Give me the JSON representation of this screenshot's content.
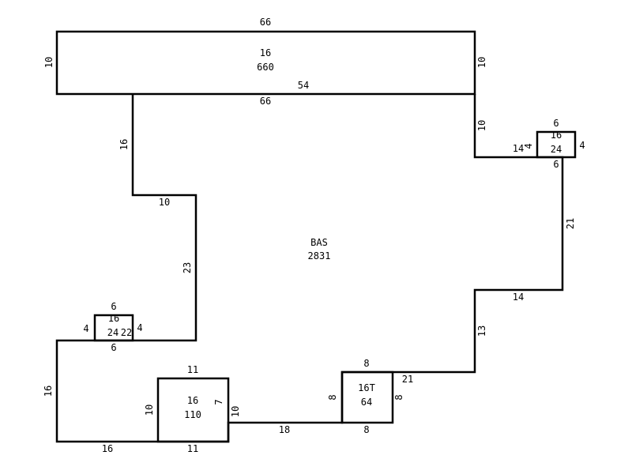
{
  "colors": {
    "line": "#000000",
    "background": "#ffffff"
  },
  "areas": {
    "main": {
      "code": "BAS",
      "area": "2831"
    },
    "top": {
      "code": "16",
      "area": "660"
    },
    "right": {
      "code": "16",
      "area": "24"
    },
    "left": {
      "code": "16",
      "area": "24"
    },
    "bottom_left": {
      "code": "16",
      "area": "110"
    },
    "bottom_mid": {
      "code": "16T",
      "area": "64"
    }
  },
  "dimensions": {
    "top_top": "66",
    "top_left": "10",
    "top_right": "10",
    "top_bottom": "66",
    "top_inner": "54",
    "right_drop": "10",
    "right_run": "14",
    "rbox_top": "6",
    "rbox_left": "4",
    "rbox_right": "4",
    "rbox_bottom": "6",
    "right_long": "21",
    "right_step": "14",
    "right_step_v": "13",
    "mid_run": "21",
    "mbox_top": "8",
    "mbox_left": "8",
    "mbox_right": "8",
    "mbox_bottom": "8",
    "bottom_run": "18",
    "blbox_top": "11",
    "blbox_left": "10",
    "blbox_right_in": "7",
    "blbox_right": "10",
    "blbox_bottom": "11",
    "bottom_left_run": "16",
    "left_wall": "16",
    "lbox_top": "6",
    "lbox_left": "4",
    "lbox_right": "4",
    "lbox_bottom": "6",
    "lbox_extra": "22",
    "left_rise": "23",
    "left_step": "10",
    "left_upper": "16"
  }
}
